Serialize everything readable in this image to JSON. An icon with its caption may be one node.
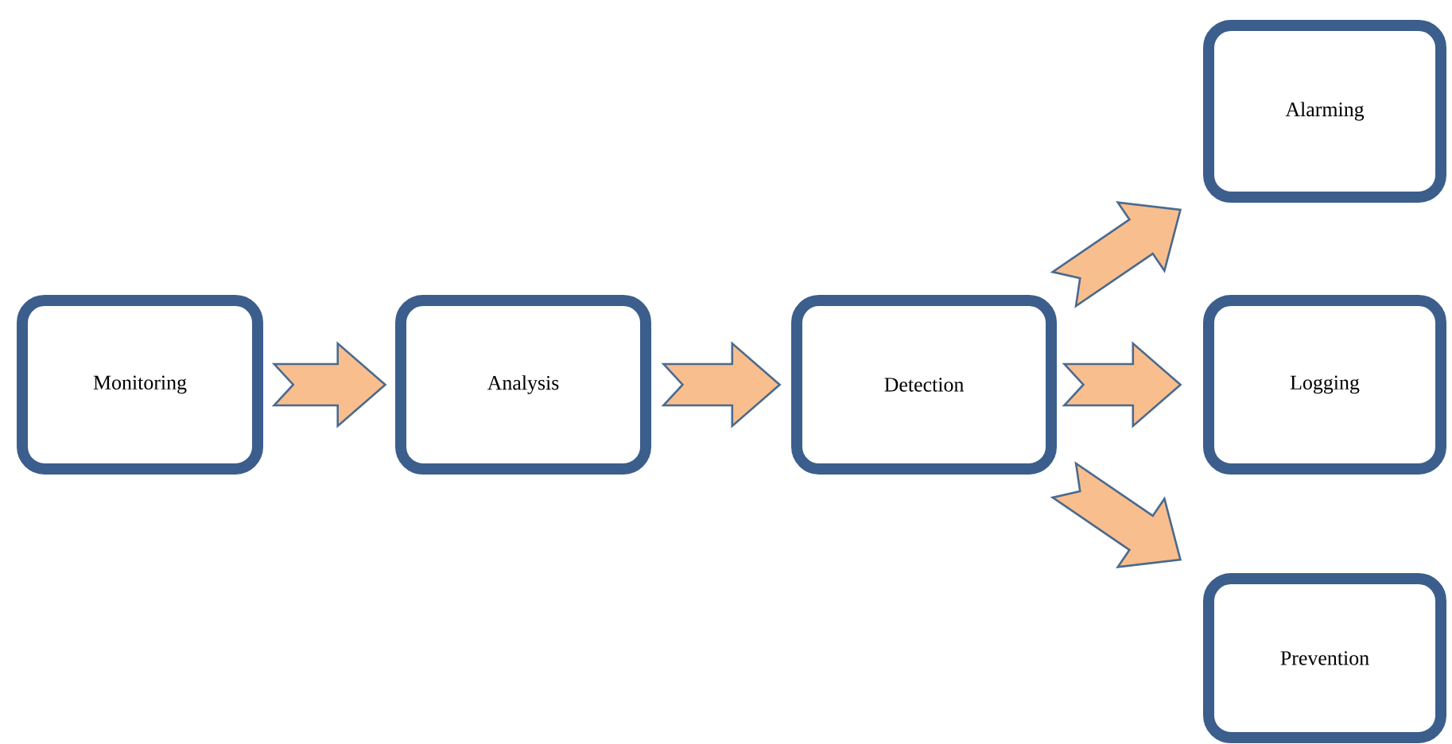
{
  "diagram": {
    "nodes": [
      {
        "text": [
          "Monitoring"
        ]
      },
      {
        "text": [
          "Analysis"
        ]
      },
      {
        "text": [
          "Detection"
        ]
      },
      {
        "text": [
          "Alarming"
        ]
      },
      {
        "text": [
          "Logging"
        ]
      },
      {
        "text": [
          "Prevention"
        ]
      }
    ],
    "edges": [
      {
        "from": 0,
        "to": 1,
        "arrow": "to"
      },
      {
        "from": 1,
        "to": 2,
        "arrow": "to"
      },
      {
        "from": 2,
        "to": 3,
        "arrow": "to"
      },
      {
        "from": 2,
        "to": 4,
        "arrow": "to"
      },
      {
        "from": 2,
        "to": 5,
        "arrow": "to"
      }
    ]
  }
}
